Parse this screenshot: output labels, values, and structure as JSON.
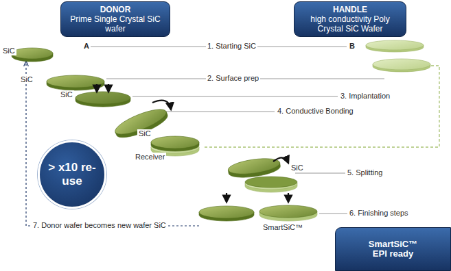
{
  "diagram": {
    "nodes": [
      {
        "text": [
          "DONOR",
          "Prime Single Crystal SiC wafer"
        ]
      },
      {
        "text": [
          "HANDLE",
          "high conductivity Poly Crystal SiC Wafer"
        ]
      },
      {
        "text": [
          "> x10 re-use"
        ]
      },
      {
        "text": [
          "SmartSiC™",
          "EPI ready"
        ]
      }
    ],
    "labels": [
      "SiC",
      "A",
      "1. Starting SiC",
      "B",
      "SiC",
      "2. Surface prep",
      "SiC",
      "3. Implantation",
      "4. Conductive Bonding",
      "SiC",
      "Receiver",
      "SiC",
      "5. Splitting",
      "6. Finishing steps",
      "SmartSiC™",
      "7. Donor wafer becomes new wafer SiC"
    ]
  }
}
